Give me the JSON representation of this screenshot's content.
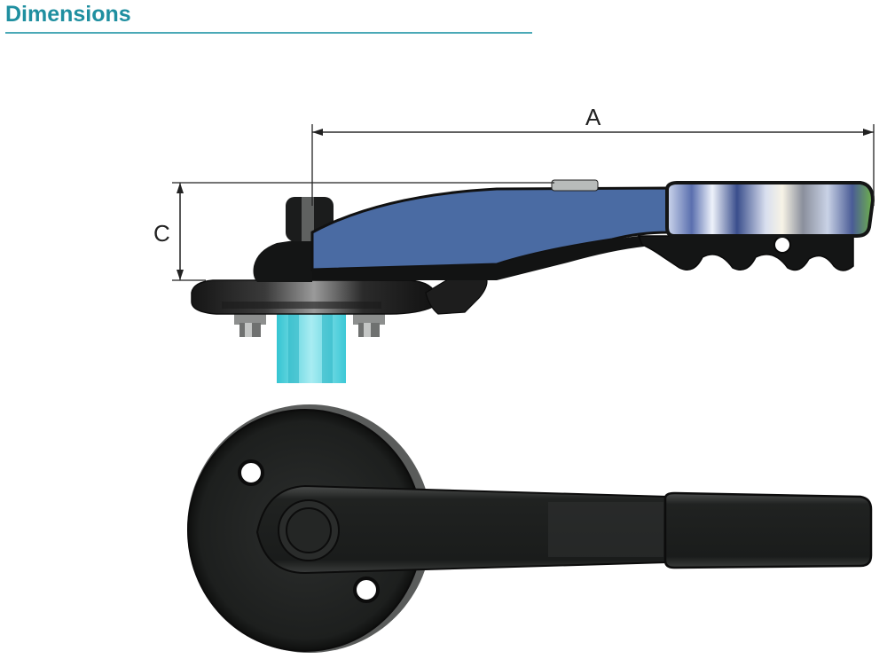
{
  "header": {
    "title": "Dimensions"
  },
  "dimensions": {
    "a_label": "A",
    "c_label": "C"
  }
}
